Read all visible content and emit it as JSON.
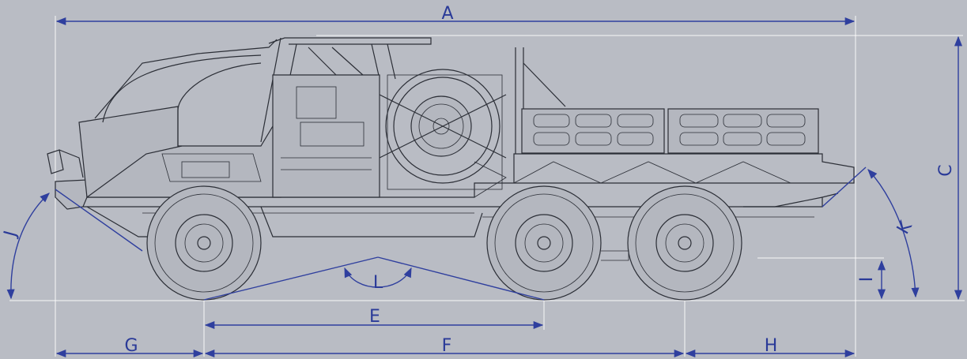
{
  "dimension_labels": {
    "a": "A",
    "c": "C",
    "e": "E",
    "f": "F",
    "g": "G",
    "h": "H",
    "i": "I",
    "j": "J",
    "k": "K",
    "l": "L"
  },
  "colors": {
    "background": "#b9bcc4",
    "dimension_lines": "#2f3f9e",
    "vehicle_lines": "#2b2e36"
  }
}
